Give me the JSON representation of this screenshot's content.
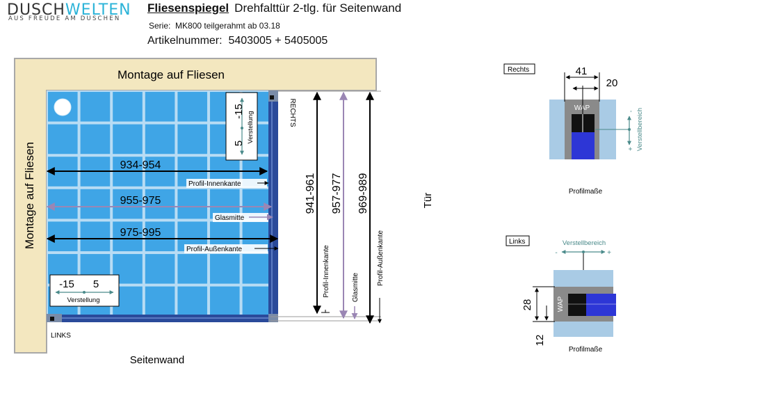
{
  "header": {
    "logo_part1": "DUSCH",
    "logo_part2": "WELTEN",
    "logo_tagline": "AUS FREUDE AM DUSCHEN",
    "title": "Fliesenspiegel",
    "subtitle": "Drehfalttür 2-tlg. für Seitenwand",
    "series_label": "Serie:",
    "series_value": "MK800 teilgerahmt ab 03.18",
    "article_label": "Artikelnummer:",
    "article_value": "5403005 + 5405005"
  },
  "plan": {
    "top_wall_label": "Montage auf Fliesen",
    "left_wall_label": "Montage auf Fliesen",
    "bottom_label": "Seitenwand",
    "door_label": "Tür",
    "rechts_label": "RECHTS",
    "links_label": "LINKS",
    "adjust_top": {
      "minus": "-15",
      "plus": "5",
      "label": "Verstellung"
    },
    "adjust_bottom": {
      "minus": "-15",
      "plus": "5",
      "label": "Verstellung"
    },
    "horizontal_dims": [
      {
        "value": "934-954",
        "label": "Profil-Innenkante"
      },
      {
        "value": "955-975",
        "label": "Glasmitte"
      },
      {
        "value": "975-995",
        "label": "Profil-Außenkante"
      }
    ],
    "vertical_dims": [
      {
        "value": "941-961",
        "label": "Profil-Innenkante"
      },
      {
        "value": "957-977",
        "label": "Glasmitte"
      },
      {
        "value": "969-989",
        "label": "Profil-Außenkante"
      }
    ]
  },
  "detail_rechts": {
    "tag": "Rechts",
    "dim_width": "41",
    "dim_offset": "20",
    "wap": "WAP",
    "range_minus": "-",
    "range_plus": "+",
    "range_label": "Verstellbereich",
    "caption": "Profilmaße"
  },
  "detail_links": {
    "tag": "Links",
    "range_label": "Verstellbereich",
    "range_minus": "-",
    "range_plus": "+",
    "dim_height": "28",
    "dim_offset": "12",
    "wap": "WAP",
    "caption": "Profilmaße"
  },
  "colors": {
    "wall": "#f3e7bf",
    "wall_border": "#a8a8a8",
    "tile": "#3fa5e6",
    "grout": "#b8dcf4",
    "profile": "#2a4a9a",
    "glass_line": "#8f7ba8",
    "wap_box": "#8a8a8a",
    "profile_light": "#a9cbe5",
    "profile_dark_blue": "#2d36d6"
  }
}
